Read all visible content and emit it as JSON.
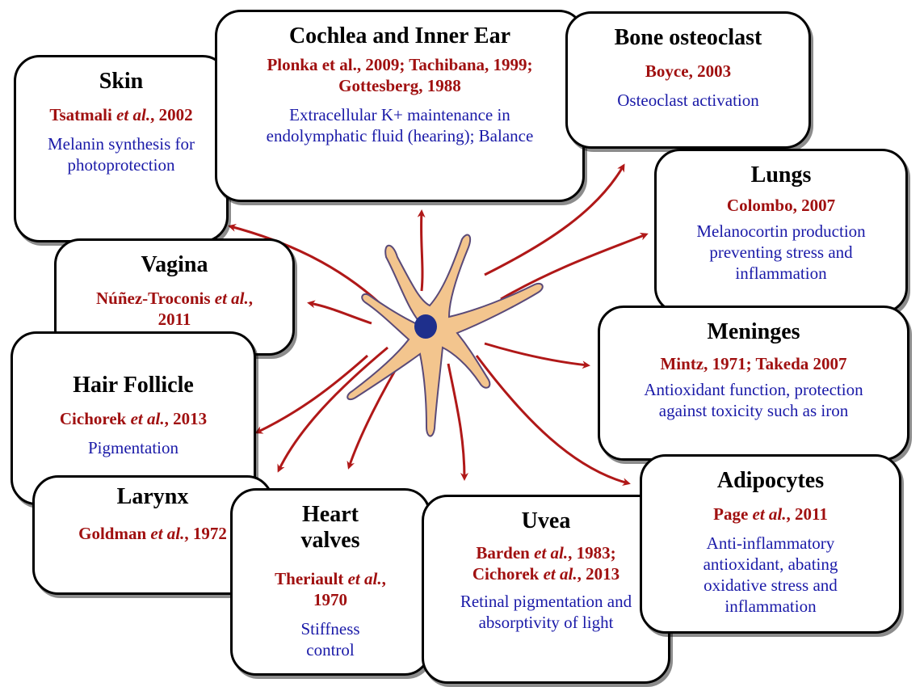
{
  "colors": {
    "title": "#000000",
    "reference": "#a01010",
    "function": "#1a1aa8",
    "arrow": "#b01818",
    "cell_body": "#f3c58e",
    "cell_outline": "#5a4a78",
    "nucleus": "#1e2f8c"
  },
  "center": {
    "icon": "melanocyte-cell-icon"
  },
  "boxes": {
    "skin": {
      "title": "Skin",
      "ref_pre": "Tsatmali ",
      "ref_em": "et al.",
      "ref_post": ", 2002",
      "function": "Melanin synthesis for photoprotection"
    },
    "cochlea": {
      "title": "Cochlea and Inner Ear",
      "reference": "Plonka et al., 2009; Tachibana, 1999; Gottesberg, 1988",
      "function": "Extracellular K+ maintenance in endolymphatic fluid (hearing); Balance"
    },
    "bone": {
      "title": "Bone osteoclast",
      "reference": "Boyce, 2003",
      "function": "Osteoclast activation"
    },
    "lungs": {
      "title": "Lungs",
      "reference": "Colombo, 2007",
      "function": "Melanocortin production preventing stress and inflammation"
    },
    "vagina": {
      "title": "Vagina",
      "ref_pre": "Núñez-Troconis ",
      "ref_em": "et al.",
      "ref_post": ", 2011"
    },
    "meninges": {
      "title": "Meninges",
      "reference": "Mintz, 1971; Takeda 2007",
      "function": "Antioxidant function, protection against toxicity such as iron"
    },
    "hair": {
      "title": "Hair Follicle",
      "ref_pre": "Cichorek ",
      "ref_em": "et al.",
      "ref_post": ", 2013",
      "function": "Pigmentation"
    },
    "larynx": {
      "title": "Larynx",
      "ref_pre": "Goldman ",
      "ref_em": "et al.",
      "ref_post": ", 1972"
    },
    "heart": {
      "title": "Heart valves",
      "ref_pre": "Theriault ",
      "ref_em": "et al.",
      "ref_post": ", 1970",
      "function": "Stiffness control"
    },
    "uvea": {
      "title": "Uvea",
      "ref_pre": "Barden ",
      "ref_em": "et al.",
      "ref_mid": ", 1983; Cichorek ",
      "ref_em2": "et al.",
      "ref_post": ", 2013",
      "function": "Retinal pigmentation and absorptivity of light"
    },
    "adipocytes": {
      "title": "Adipocytes",
      "ref_pre": "Page ",
      "ref_em": "et al.",
      "ref_post": ", 2011",
      "function": "Anti-inflammatory antioxidant, abating oxidative stress and inflammation"
    }
  }
}
